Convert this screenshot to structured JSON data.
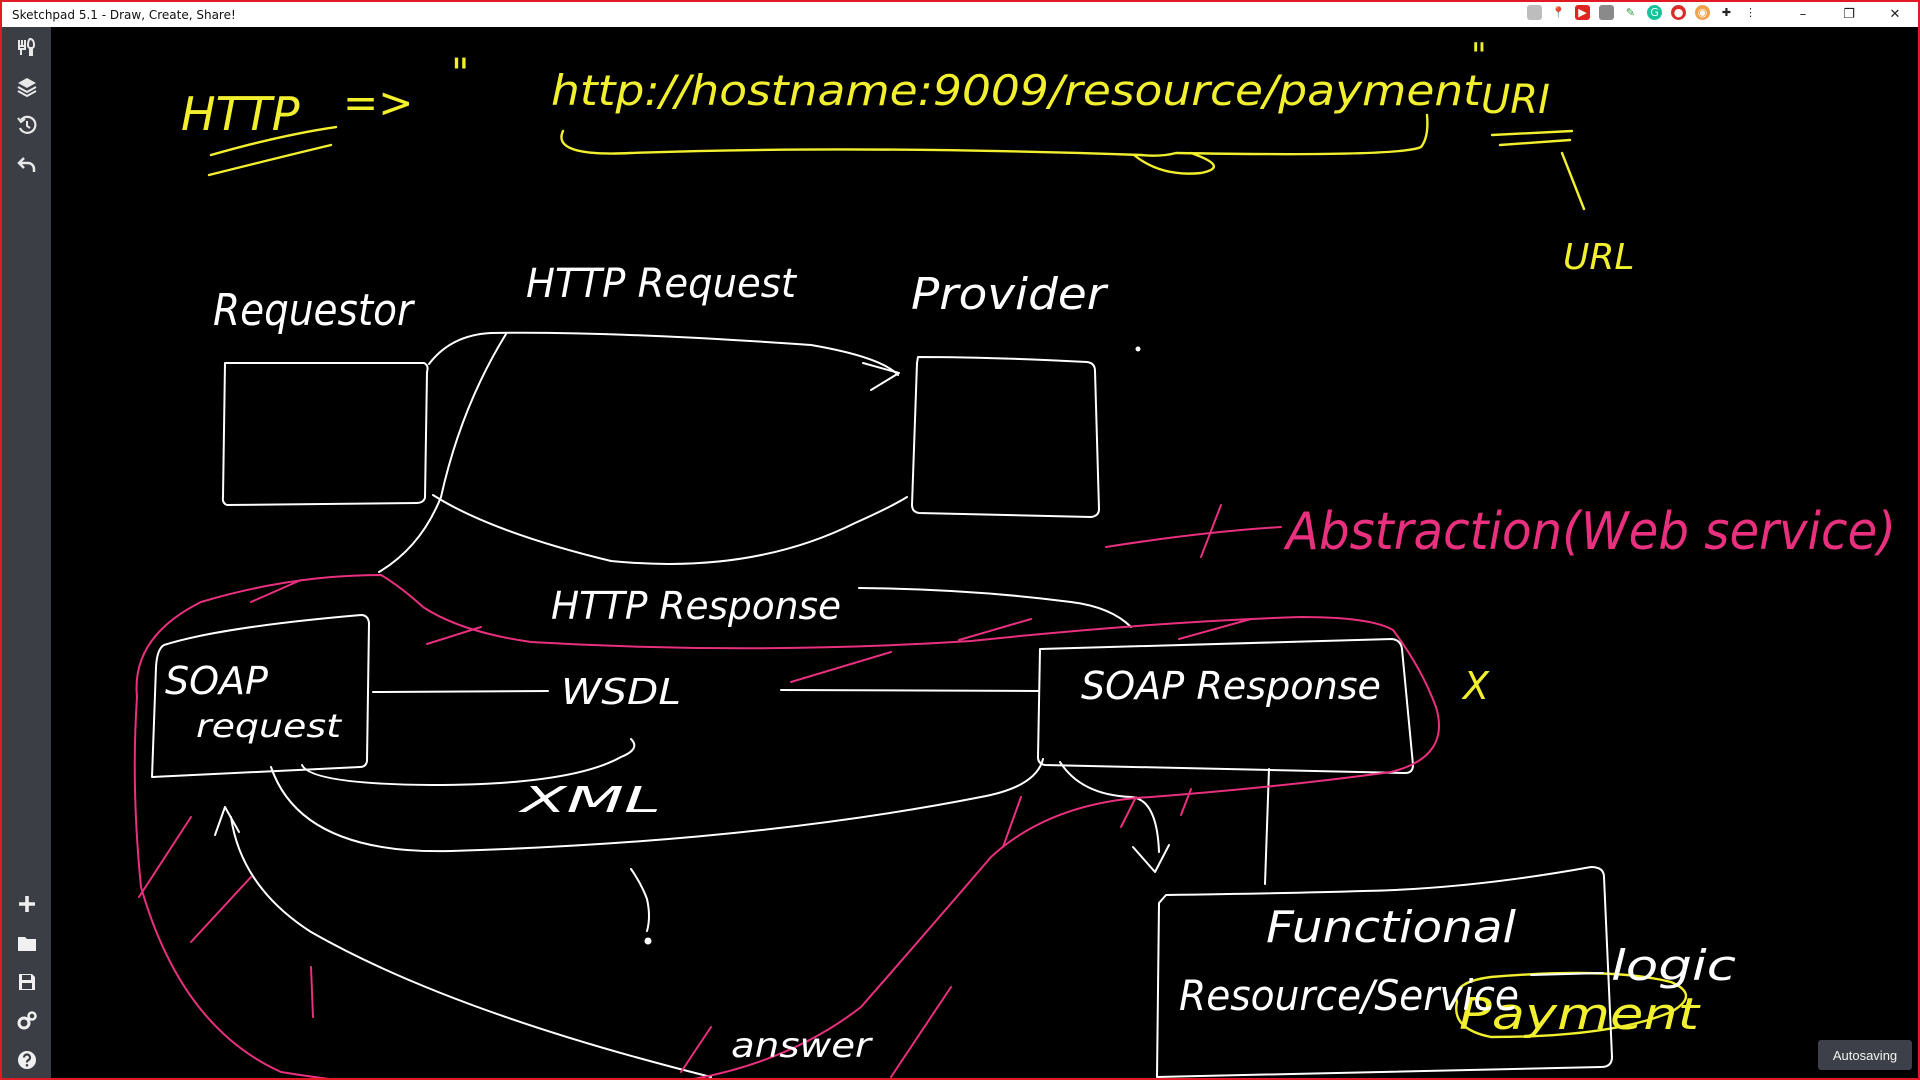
{
  "window": {
    "title": "Sketchpad 5.1 - Draw, Create, Share!",
    "controls": {
      "minimize": "–",
      "restore": "❐",
      "close": "✕"
    },
    "extension_icons": [
      "doc-icon",
      "pin-icon",
      "youtube-icon",
      "screen-icon",
      "feather-icon",
      "grammarly-icon",
      "shield-icon",
      "key-icon",
      "puzzle-icon",
      "menu-dots-icon"
    ]
  },
  "toolbar": {
    "top_tools": [
      "brush-icon",
      "layers-icon",
      "history-icon",
      "undo-icon"
    ],
    "bottom_tools": [
      "plus-icon",
      "folder-icon",
      "save-icon",
      "settings-icon",
      "help-icon"
    ]
  },
  "status": {
    "autosave": "Autosaving"
  },
  "colors": {
    "background": "#000000",
    "ink_white": "#ffffff",
    "ink_yellow": "#f2ef2e",
    "ink_pink": "#e8307e",
    "sidebar": "#3b3e45",
    "window_border": "#e01b24"
  },
  "drawing": {
    "http_label": "HTTP",
    "arrow": "=>",
    "open_quote": "\"",
    "url_text": "http://hostname:9009/resource/payment",
    "close_quote": "\"",
    "uri_label": "URI",
    "url_label": "URL",
    "requestor": "Requestor",
    "http_request": "HTTP Request",
    "provider": "Provider",
    "http_response": "HTTP Response",
    "abstraction": "Abstraction(Web service)",
    "soap_request_1": "SOAP",
    "soap_request_2": "request",
    "wsdl": "WSDL",
    "soap_response": "SOAP Response",
    "xml": "XML",
    "question": "?",
    "answer": "answer",
    "functional_1": "Functional",
    "functional_2": "Resource/Service",
    "logic": "logic",
    "payment": "Payment",
    "cross": "X"
  }
}
